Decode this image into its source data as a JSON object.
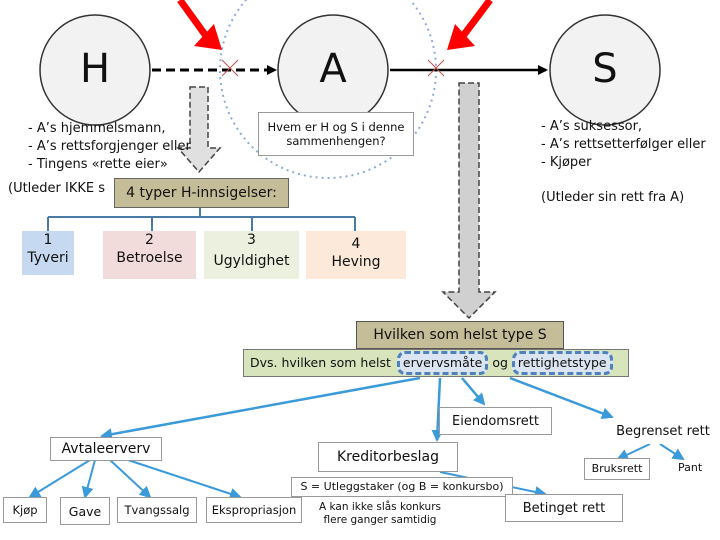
{
  "nodes": {
    "h": "H",
    "a": "A",
    "s": "S"
  },
  "h_text": {
    "line1": "- A’s hjemmelsmann,",
    "line2": "- A’s rettsforgjenger eller",
    "line3": "- Tingens «rette eier»",
    "line4": "(Utleder IKKE s"
  },
  "s_text": {
    "line1": "- A’s suksessor,",
    "line2": "- A’s rettsetterfølger eller",
    "line3": "- Kjøper",
    "line4": "(Utleder sin rett fra A)"
  },
  "question": "Hvem er H og S i denne sammenhengen?",
  "h_objections_title": "4 typer H-innsigelser:",
  "objections": [
    {
      "num": "1",
      "label": "Tyveri",
      "color": "#c6d9f0"
    },
    {
      "num": "2",
      "label": "Betroelse",
      "color": "#f2dcdb"
    },
    {
      "num": "3",
      "label": "Ugyldighet",
      "color": "#ebf1de"
    },
    {
      "num": "4",
      "label": "Heving",
      "color": "#fde9d9"
    }
  ],
  "s_type_box": "Hvilken som helst type S",
  "s_type_sub_prefix": "Dvs. hvilken som helst",
  "s_type_sub_w1": "ervervsmåte",
  "s_type_sub_mid": "og",
  "s_type_sub_w2": "rettighetstype",
  "eiendomsrett": "Eiendomsrett",
  "begrenset_rett": "Begrenset rett",
  "bruksrett": "Bruksrett",
  "pant": "Pant",
  "avtaleerverv": "Avtaleerverv",
  "kreditorbeslag": "Kreditorbeslag",
  "s_utlegg": "S = Utleggstaker (og B = konkursbo)",
  "konkurs_note": "A kan ikke slås konkurs flere ganger samtidig",
  "betinget_rett": "Betinget rett",
  "acquisitions": [
    "Kjøp",
    "Gave",
    "Tvangssalg",
    "Ekspropriasjon"
  ],
  "colors": {
    "circle_fill": "#f2f2f2",
    "red_arrow": "#ff0000",
    "blue_line": "#3b9ad9",
    "olive_box": "#c4bd97",
    "green_box": "#d7e4bc",
    "dashed_blue": "#4f81bd",
    "light_blue": "#dbe5f1"
  }
}
